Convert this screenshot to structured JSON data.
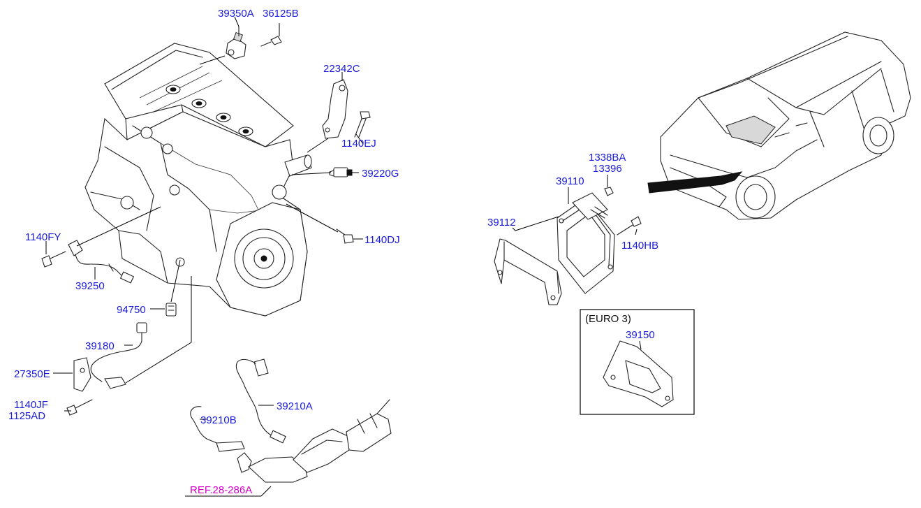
{
  "colors": {
    "part_label": "#1a1adb",
    "reference_label": "#d400c8",
    "lines": "#000000",
    "background": "#ffffff"
  },
  "labels": {
    "p39350A": "39350A",
    "p36125B": "36125B",
    "p22342C": "22342C",
    "p1140EJ": "1140EJ",
    "p39220G": "39220G",
    "p1140DJ": "1140DJ",
    "p1140FY": "1140FY",
    "p39250": "39250",
    "p94750": "94750",
    "p39180": "39180",
    "p27350E": "27350E",
    "p1140JF": "1140JF",
    "p1125AD": "1125AD",
    "p39210A": "39210A",
    "p39210B": "39210B",
    "p1338BA": "1338BA",
    "p13396": "13396",
    "p39110": "39110",
    "p39112": "39112",
    "p1140HB": "1140HB",
    "p39150": "39150"
  },
  "reference": {
    "text": "REF.28-286A"
  },
  "variant_box": {
    "title": "(EURO 3)"
  },
  "icons": [
    "engine-block-illustration",
    "car-illustration",
    "ecu-unit-illustration",
    "bracket-illustration",
    "catalytic-converter-illustration"
  ]
}
